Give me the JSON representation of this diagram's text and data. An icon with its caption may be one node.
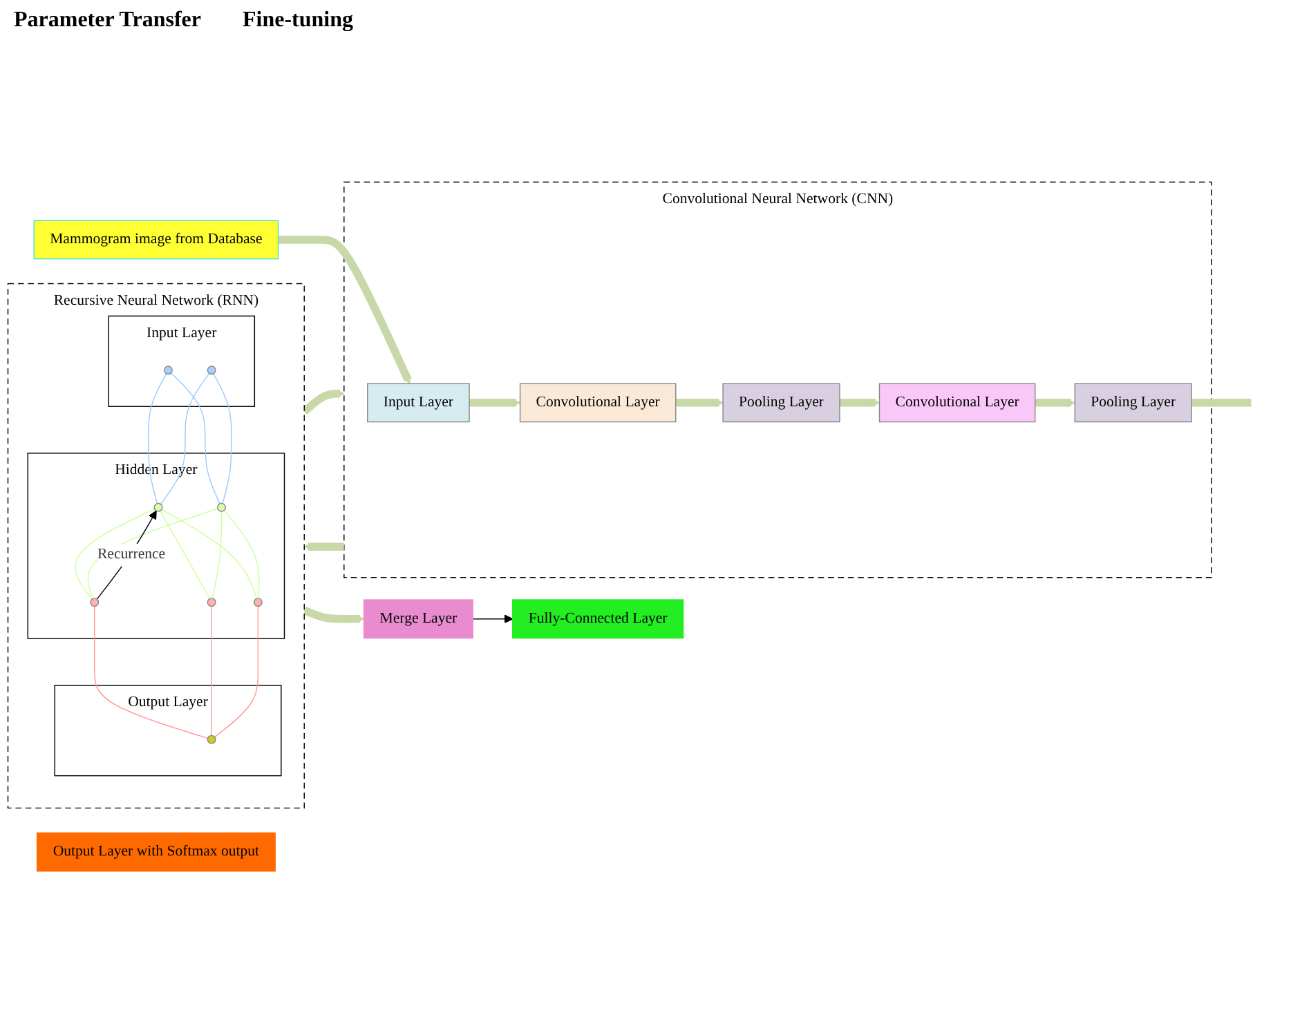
{
  "diagram": {
    "nodes": [
      {
        "text": [
          "Mammogram image from Database"
        ]
      },
      {
        "text": [
          "Convolutional Neural Network (CNN)"
        ]
      },
      {
        "text": [
          "Input Layer"
        ],
        "in": 1
      },
      {
        "text": [
          "Convolutional Layer"
        ],
        "in": 1
      },
      {
        "text": [
          "Pooling Layer"
        ],
        "in": 1
      },
      {
        "text": [
          "Convolutional Layer"
        ],
        "in": 1
      },
      {
        "text": [
          "Pooling Layer"
        ],
        "in": 1
      },
      {
        "text": [
          "Recursive Neural Network (RNN)"
        ]
      },
      {
        "text": [
          "Input Layer"
        ],
        "in": 7
      },
      {
        "text": [
          "Hidden Layer"
        ],
        "in": 7
      },
      {
        "text": [
          "Output Layer"
        ],
        "in": 7
      },
      {
        "text": [],
        "shape": "circle",
        "in": 8
      },
      {
        "text": [],
        "shape": "circle",
        "in": 8
      },
      {
        "text": [],
        "shape": "circle",
        "in": 9
      },
      {
        "text": [],
        "shape": "circle",
        "in": 9
      },
      {
        "text": [],
        "shape": "circle",
        "in": 9
      },
      {
        "text": [],
        "shape": "circle",
        "in": 9
      },
      {
        "text": [],
        "shape": "circle",
        "in": 9
      },
      {
        "text": [],
        "shape": "circle",
        "in": 10
      },
      {
        "text": [
          "Merge Layer"
        ]
      },
      {
        "text": [
          "Fully-Connected Layer"
        ]
      },
      {
        "text": [
          "Output Layer with Softmax output"
        ]
      }
    ],
    "edges": [
      {
        "from": 0,
        "to": 2,
        "arrow": "to",
        "style": "thick",
        "color": "#c8d8a8"
      },
      {
        "from": 2,
        "to": 3,
        "arrow": "to",
        "style": "thick",
        "color": "#c8d8a8"
      },
      {
        "from": 3,
        "to": 4,
        "arrow": "to",
        "style": "thick",
        "color": "#c8d8a8"
      },
      {
        "from": 4,
        "to": 5,
        "arrow": "to",
        "style": "thick",
        "color": "#c8d8a8"
      },
      {
        "from": 5,
        "to": 6,
        "arrow": "to",
        "style": "thick",
        "color": "#c8d8a8"
      },
      {
        "from": 6,
        "to": null,
        "arrow": "none",
        "style": "thick",
        "color": "#c8d8a8"
      },
      {
        "from": 1,
        "to": 7,
        "arrow": "to",
        "style": "thick",
        "color": "#c8d8a8"
      },
      {
        "from": 7,
        "to": 1,
        "arrow": "to",
        "style": "thick",
        "color": "#c8d8a8"
      },
      {
        "from": 11,
        "to": 13,
        "arrow": "none",
        "color": "#99ccff"
      },
      {
        "from": 11,
        "to": 14,
        "arrow": "none",
        "color": "#99ccff"
      },
      {
        "from": 12,
        "to": 13,
        "arrow": "none",
        "color": "#99ccff"
      },
      {
        "from": 12,
        "to": 14,
        "arrow": "none",
        "color": "#99ccff"
      },
      {
        "from": 13,
        "to": 15,
        "arrow": "none",
        "color": "#ccff99"
      },
      {
        "from": 13,
        "to": 16,
        "arrow": "none",
        "color": "#ccff99"
      },
      {
        "from": 13,
        "to": 17,
        "arrow": "none",
        "color": "#ccff99"
      },
      {
        "from": 14,
        "to": 15,
        "arrow": "none",
        "color": "#ccff99"
      },
      {
        "from": 14,
        "to": 16,
        "arrow": "none",
        "color": "#ccff99"
      },
      {
        "from": 14,
        "to": 17,
        "arrow": "none",
        "color": "#ccff99"
      },
      {
        "from": 15,
        "to": 18,
        "arrow": "none",
        "color": "#ff9999"
      },
      {
        "from": 16,
        "to": 18,
        "arrow": "none",
        "color": "#ff9999"
      },
      {
        "from": 17,
        "to": 18,
        "arrow": "none",
        "color": "#ff9999"
      },
      {
        "from": 15,
        "to": 13,
        "arrow": "to",
        "label": "Recurrence",
        "color": "#000000"
      },
      {
        "from": 7,
        "to": 19,
        "arrow": "to",
        "style": "thick",
        "color": "#c8d8a8"
      },
      {
        "from": 19,
        "to": 20,
        "arrow": "to",
        "color": "#000000"
      }
    ],
    "labels": [
      "Parameter Transfer",
      "Fine-tuning"
    ]
  }
}
